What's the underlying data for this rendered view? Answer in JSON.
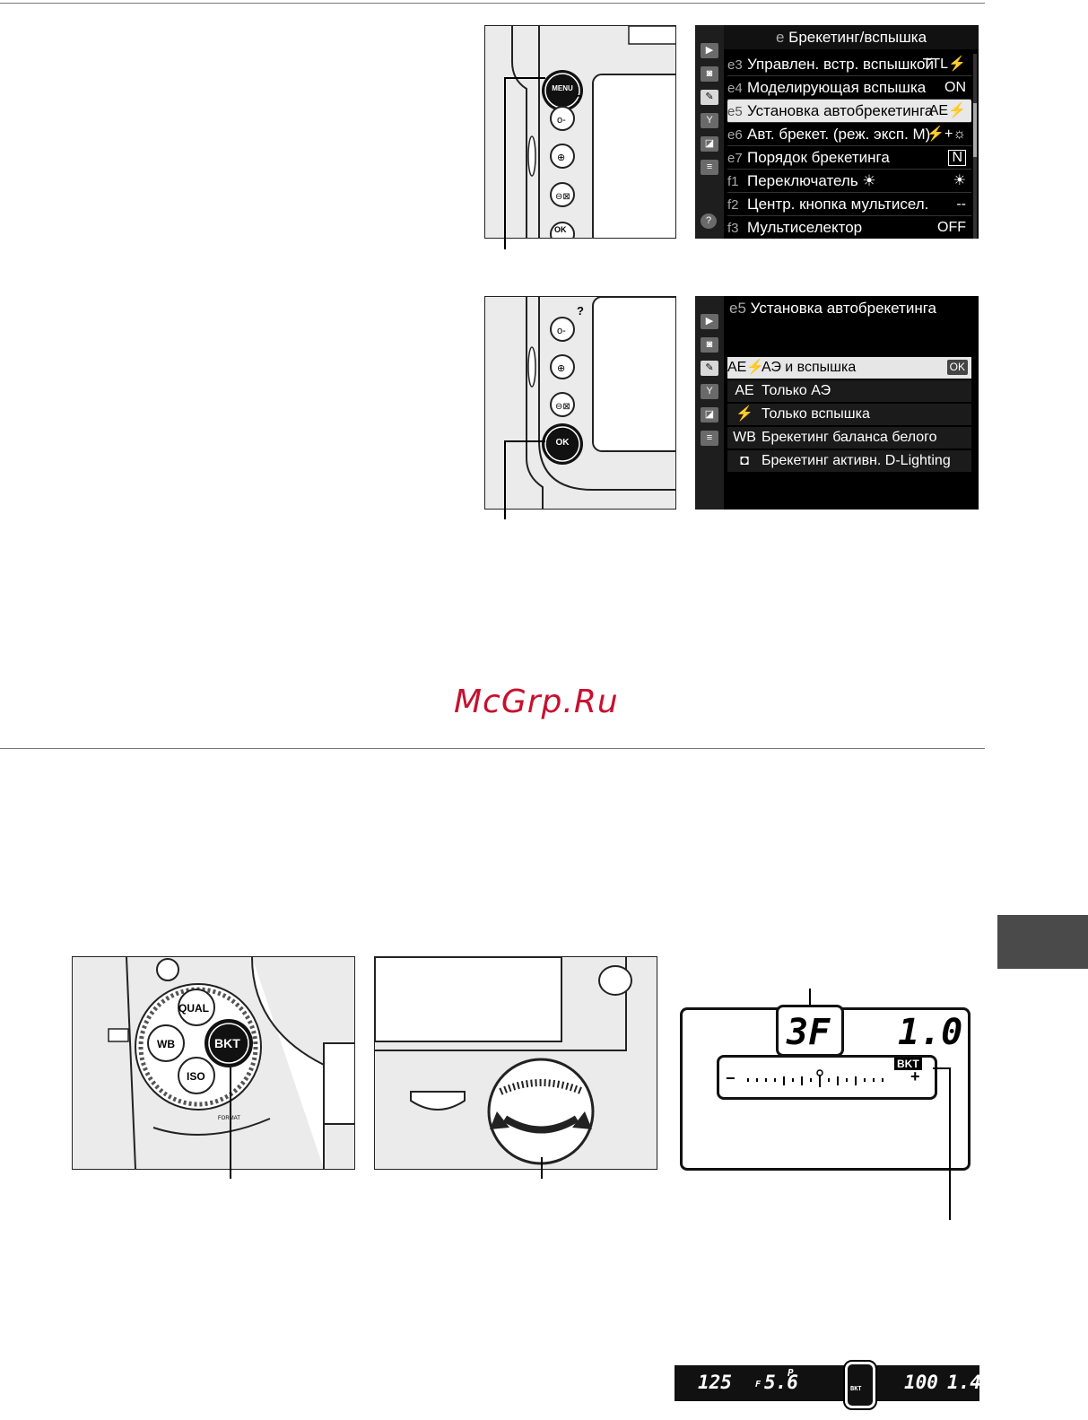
{
  "menu1": {
    "title_code": "e",
    "title": "Брекетинг/вспышка",
    "rows": [
      {
        "code": "e3",
        "label": "Управлен. встр. вспышкой",
        "value": "TTL⚡"
      },
      {
        "code": "e4",
        "label": "Моделирующая вспышка",
        "value": "ON"
      },
      {
        "code": "e5",
        "label": "Установка автобрекетинга",
        "value": "AE⚡"
      },
      {
        "code": "e6",
        "label": "Авт. брекет. (реж. эксп. M)",
        "value": "⚡+☼"
      },
      {
        "code": "e7",
        "label": "Порядок брекетинга",
        "value": "N"
      },
      {
        "code": "f1",
        "label": "Переключатель ☀",
        "value": "☀"
      },
      {
        "code": "f2",
        "label": "Центр. кнопка мультисел.",
        "value": "--"
      },
      {
        "code": "f3",
        "label": "Мультиселектор",
        "value": "OFF"
      }
    ],
    "help_icon": "?"
  },
  "menu2": {
    "title_code": "e5",
    "title": "Установка автобрекетинга",
    "options": [
      {
        "tag": "AE⚡",
        "label": "АЭ и вспышка",
        "badge": "OK"
      },
      {
        "tag": "AE",
        "label": "Только АЭ"
      },
      {
        "tag": "⚡",
        "label": "Только вспышка"
      },
      {
        "tag": "WB",
        "label": "Брекетинг баланса белого"
      },
      {
        "tag": "◘",
        "label": "Брекетинг активн. D-Lighting"
      }
    ]
  },
  "camera_buttons": {
    "menu": "MENU",
    "ok": "OK",
    "help": "?",
    "qual": "QUAL",
    "wb": "WB",
    "bkt": "BKT",
    "iso": "ISO",
    "format": "FORMAT"
  },
  "watermark": "McGrp.Ru",
  "lcd": {
    "frames": "3F",
    "step": "1.0",
    "bkt_label": "BKT",
    "minus": "−",
    "plus": "+"
  },
  "viewfinder": {
    "shutter": "125",
    "aperture": "5.6",
    "aperture_prefix": "F",
    "mode": "P",
    "bkt": "BKT",
    "count": "100",
    "remaining": "1.4"
  }
}
